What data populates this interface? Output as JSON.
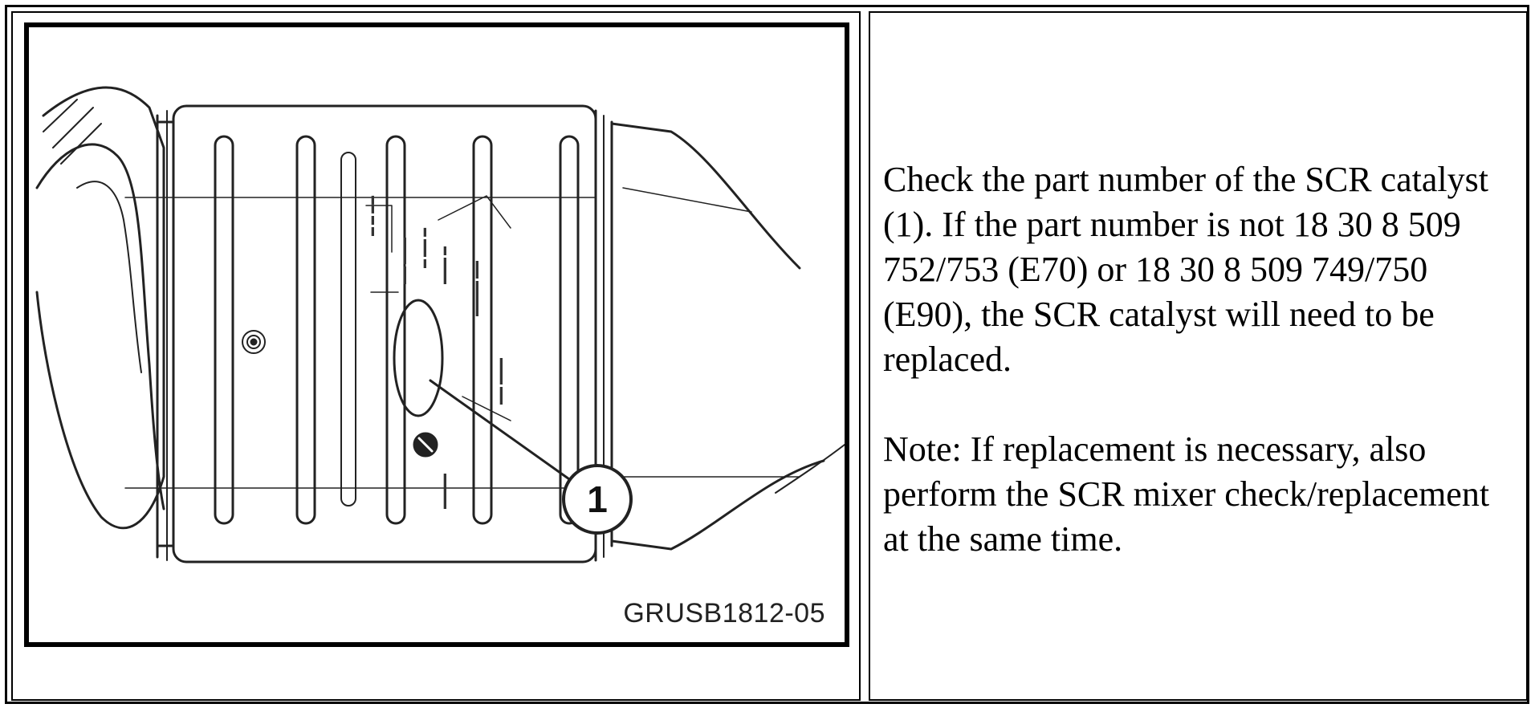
{
  "figure": {
    "id_label": "GRUSB1812-05",
    "callout_number": "1",
    "icon": "scr-catalyst-illustration"
  },
  "instructions": {
    "paragraph": "Check the part number of the SCR catalyst (1). If the part number is not 18 30 8 509 752/753 (E70) or 18 30 8 509 749/750 (E90), the SCR catalyst will need to be replaced.",
    "note": "Note: If replacement is necessary, also perform the SCR mixer check/replacement at the same time."
  }
}
